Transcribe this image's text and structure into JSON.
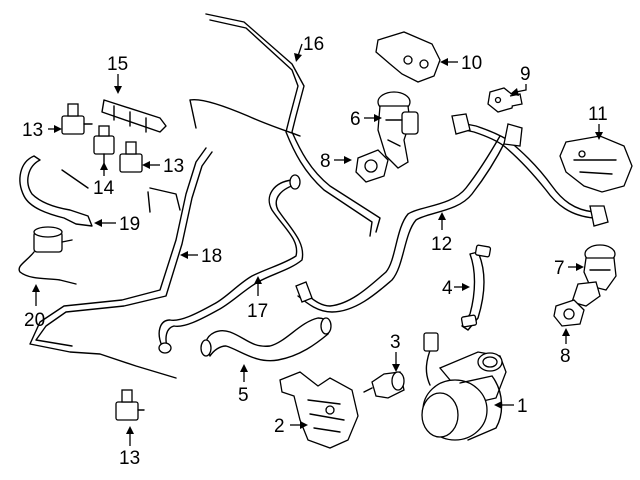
{
  "callouts": {
    "c1": "1",
    "c2": "2",
    "c3": "3",
    "c4": "4",
    "c5": "5",
    "c6": "6",
    "c7": "7",
    "c8a": "8",
    "c8b": "8",
    "c9": "9",
    "c10": "10",
    "c11": "11",
    "c12": "12",
    "c13a": "13",
    "c13b": "13",
    "c13c": "13",
    "c14": "14",
    "c15": "15",
    "c16": "16",
    "c17": "17",
    "c18": "18",
    "c19": "19",
    "c20": "20"
  }
}
